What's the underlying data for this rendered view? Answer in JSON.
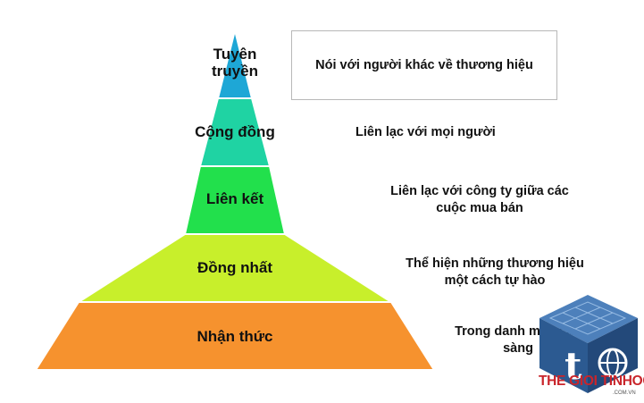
{
  "diagram": {
    "tiers": [
      {
        "label_lines": [
          "Tuyên",
          "truyền"
        ],
        "color": "#1ea7d6",
        "description": "Nói với người khác về thương hiệu"
      },
      {
        "label_lines": [
          "Cộng đồng"
        ],
        "color": "#1fd3a3",
        "description": "Liên lạc với mọi người"
      },
      {
        "label_lines": [
          "Liên kết"
        ],
        "color": "#22e04c",
        "description_lines": [
          "Liên lạc với công ty giữa các",
          "cuộc mua bán"
        ]
      },
      {
        "label_lines": [
          "Đồng nhất"
        ],
        "color": "#c8ef2b",
        "description_lines": [
          "Thể hiện những thương hiệu",
          "một cách tự hào"
        ]
      },
      {
        "label_lines": [
          "Nhận thức"
        ],
        "color": "#f6922e",
        "description_lines": [
          "Trong danh mục sẵn",
          "sàng"
        ]
      }
    ]
  },
  "watermark": {
    "brand": "THE GIOI TINHOC",
    "domain": ".COM.VN",
    "icon": "cube-t-globe-logo-icon",
    "colors": {
      "cube": "#2c5a91",
      "cube_top": "#4d80bb",
      "brand_text": "#c9252b"
    }
  }
}
